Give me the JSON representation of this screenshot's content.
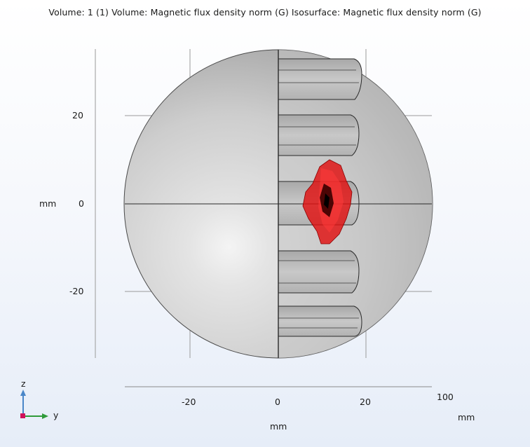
{
  "plot": {
    "title": "Volume: 1 (1)  Volume: Magnetic flux density norm (G)  Isosurface: Magnetic flux density norm (G)"
  },
  "vertical_axis": {
    "unit": "mm",
    "ticks": [
      "20",
      "0",
      "-20"
    ]
  },
  "horizontal_axis": {
    "unit": "mm",
    "ticks": [
      "-20",
      "0",
      "20"
    ],
    "extra_value": "100"
  },
  "triad": {
    "z_label": "z",
    "y_label": "y"
  },
  "colors": {
    "sphere": "#c9c9c9",
    "isosurface": "#e01010",
    "triad_z": "#4a86c8",
    "triad_y": "#2f9a3a",
    "origin": "#d0105a"
  }
}
